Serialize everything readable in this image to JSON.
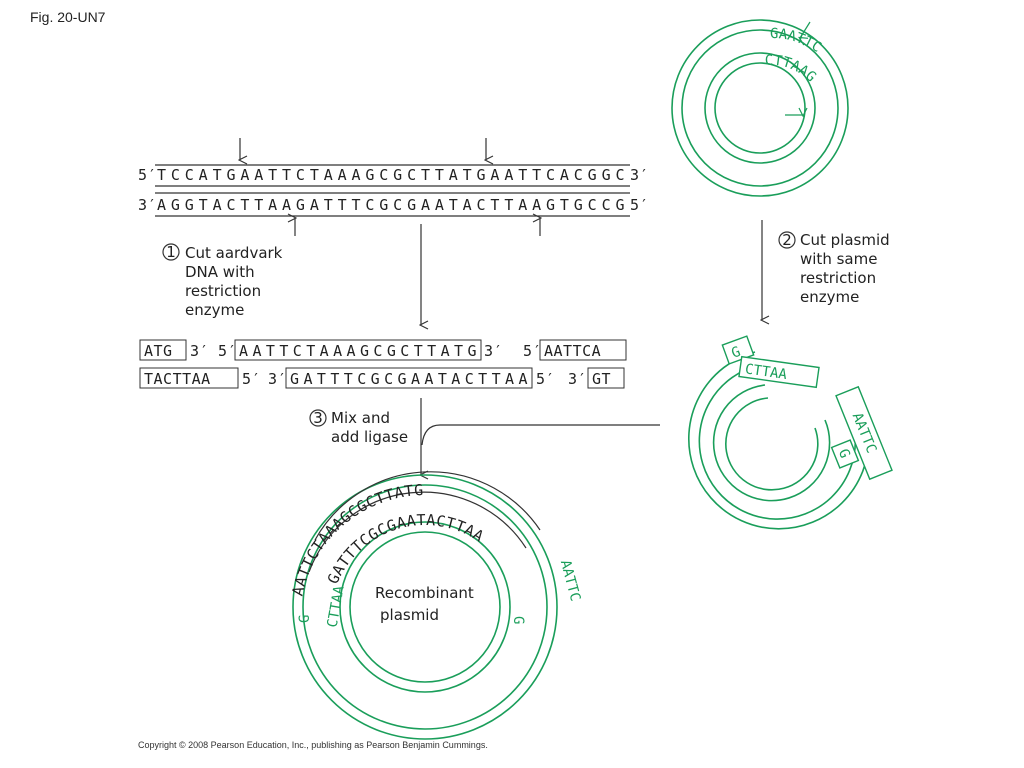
{
  "figure_label": "Fig. 20-UN7",
  "copyright": "Copyright © 2008 Pearson Education, Inc., publishing as Pearson Benjamin Cummings.",
  "dna": {
    "top": {
      "left_end": "5′",
      "sequence": "TCCATGAATTCTAAAGCGCTTATGAATTCACGGC",
      "right_end": "3′"
    },
    "bottom": {
      "left_end": "3′",
      "sequence": "AGGTACTTAAGATTTCGCGAATACTTAAGTGCCG",
      "right_end": "5′"
    }
  },
  "steps": {
    "step1": {
      "number": "1",
      "lines": [
        "Cut aardvark",
        "DNA with",
        "restriction",
        "enzyme"
      ]
    },
    "step2": {
      "number": "2",
      "lines": [
        "Cut plasmid",
        "with same",
        "restriction",
        "enzyme"
      ]
    },
    "step3": {
      "number": "3",
      "lines": [
        "Mix and",
        "add ligase"
      ]
    }
  },
  "fragments": {
    "left": {
      "top_seq": "ATG",
      "top_end": "3′",
      "bottom_seq": "TACTTAA",
      "bottom_end": "5′"
    },
    "middle": {
      "top_start": "5′",
      "top_seq": "AATTCTAAAGCGCTTATG",
      "top_end": "3′",
      "bottom_start": "3′",
      "bottom_seq": "GATTTCGCGAATACTTAA",
      "bottom_end": "5′"
    },
    "right": {
      "top_start": "5′",
      "top_seq": "AATTCA",
      "bottom_start": "3′",
      "bottom_seq": "GT"
    }
  },
  "plasmid_top": {
    "outer_seq": "GAATTC",
    "inner_seq": "CTTAAG"
  },
  "plasmid_cut": {
    "left_g": "G",
    "inner_ctaa": "CTTAA",
    "right_aattc": "AATTC",
    "right_g": "G"
  },
  "recombinant": {
    "label_lines": [
      "Recombinant",
      "plasmid"
    ],
    "outer_black": "AATTCTAAAGCGCTTATG",
    "inner_black": "GATTTCGCGAATACTTAA",
    "outer_green_left": "G",
    "outer_green_right": "AATTC",
    "inner_green_left": "CTTAA",
    "inner_green_right": "G"
  },
  "colors": {
    "plasmid_green": "#1a9e5a",
    "ink": "#222222"
  }
}
